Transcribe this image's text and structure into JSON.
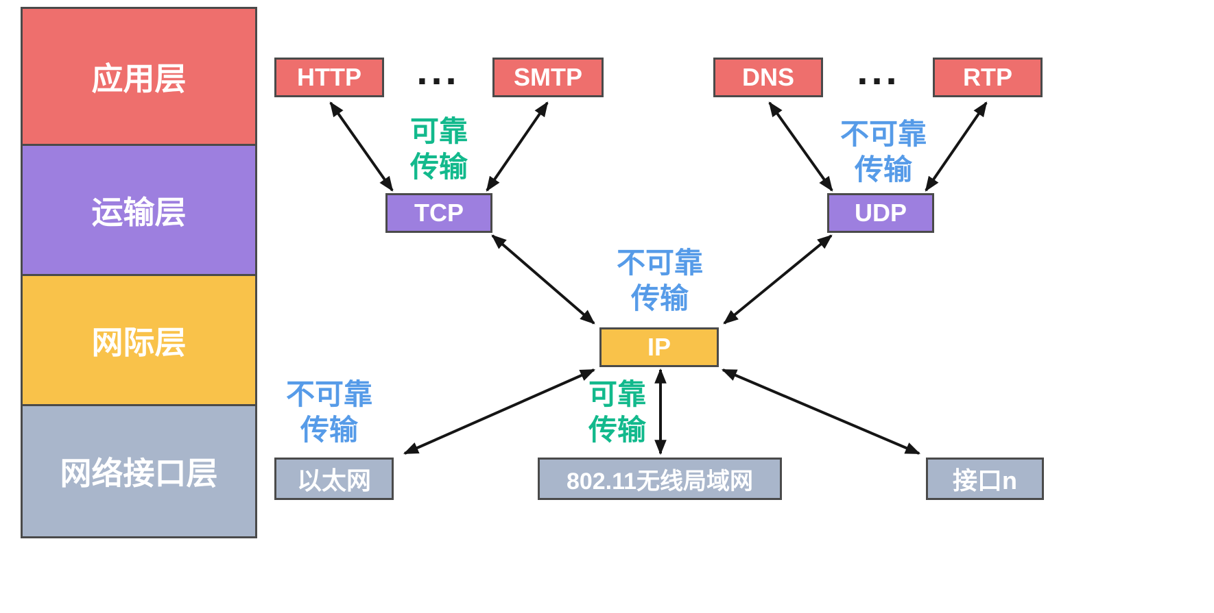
{
  "layers": [
    {
      "id": "application",
      "label": "应用层",
      "color": "#ee6f6d"
    },
    {
      "id": "transport",
      "label": "运输层",
      "color": "#9d7fdf"
    },
    {
      "id": "internet",
      "label": "网际层",
      "color": "#f9c24a"
    },
    {
      "id": "network_interface",
      "label": "网络接口层",
      "color": "#a9b6cb"
    }
  ],
  "nodes": {
    "http": {
      "label": "HTTP",
      "color": "#ee6f6d"
    },
    "smtp": {
      "label": "SMTP",
      "color": "#ee6f6d"
    },
    "dns": {
      "label": "DNS",
      "color": "#ee6f6d"
    },
    "rtp": {
      "label": "RTP",
      "color": "#ee6f6d"
    },
    "tcp": {
      "label": "TCP",
      "color": "#9d7fdf"
    },
    "udp": {
      "label": "UDP",
      "color": "#9d7fdf"
    },
    "ip": {
      "label": "IP",
      "color": "#f9c24a"
    },
    "ethernet": {
      "label": "以太网",
      "color": "#a9b6cb"
    },
    "wlan": {
      "label": "802.11无线局域网",
      "color": "#a9b6cb"
    },
    "interface_n": {
      "label": "接口n",
      "color": "#a9b6cb"
    }
  },
  "ellipsis": "...",
  "annotations": {
    "tcp_transport": {
      "line1": "可靠",
      "line2": "传输",
      "type": "reliable"
    },
    "udp_transport": {
      "line1": "不可靠",
      "line2": "传输",
      "type": "unreliable"
    },
    "ip_transport": {
      "line1": "不可靠",
      "line2": "传输",
      "type": "unreliable"
    },
    "ethernet_transport": {
      "line1": "不可靠",
      "line2": "传输",
      "type": "unreliable"
    },
    "wlan_transport": {
      "line1": "可靠",
      "line2": "传输",
      "type": "reliable"
    }
  },
  "colors": {
    "reliable_text": "#12b98c",
    "unreliable_text": "#569be8",
    "border": "#4a4a4a",
    "arrow": "#151515"
  }
}
